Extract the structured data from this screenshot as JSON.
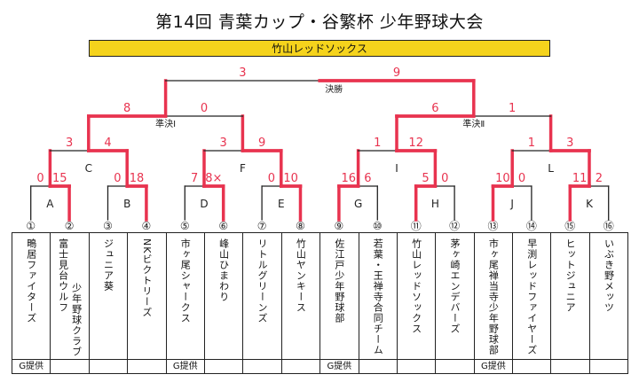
{
  "title": "第14回 青葉カップ・谷繁杯 少年野球大会",
  "champion": "竹山レッドソックス",
  "colors": {
    "winner": "#e8334f",
    "line": "#222222",
    "champion_bg": "#f5d31c"
  },
  "teams": [
    {
      "no": "①",
      "name": [
        "鴫居ファイターズ"
      ],
      "note": "G提供"
    },
    {
      "no": "②",
      "name": [
        "富士見台ウルフ",
        "少年野球クラブ"
      ],
      "note": ""
    },
    {
      "no": "③",
      "name": [
        "ジュニア葵"
      ],
      "note": ""
    },
    {
      "no": "④",
      "name": [
        "NKビクトリーズ"
      ],
      "note": ""
    },
    {
      "no": "⑤",
      "name": [
        "市ヶ尾シャークス"
      ],
      "note": "G提供"
    },
    {
      "no": "⑥",
      "name": [
        "峰山ひまわり"
      ],
      "note": ""
    },
    {
      "no": "⑦",
      "name": [
        "リトルグリーンズ"
      ],
      "note": ""
    },
    {
      "no": "⑧",
      "name": [
        "竹山ヤンキース"
      ],
      "note": ""
    },
    {
      "no": "⑨",
      "name": [
        "佐江戸少年野球部"
      ],
      "note": "G提供"
    },
    {
      "no": "⑩",
      "name": [
        "若葉・王禅寺合同チーム"
      ],
      "note": ""
    },
    {
      "no": "⑪",
      "name": [
        "竹山レッドソックス"
      ],
      "note": ""
    },
    {
      "no": "⑫",
      "name": [
        "茅ヶ崎エンデバーズ"
      ],
      "note": ""
    },
    {
      "no": "⑬",
      "name": [
        "市ヶ尾禅当寺少年野球部"
      ],
      "note": "G提供"
    },
    {
      "no": "⑭",
      "name": [
        "早渕レッドファイヤーズ"
      ],
      "note": ""
    },
    {
      "no": "⑮",
      "name": [
        "ヒットジュニア"
      ],
      "note": ""
    },
    {
      "no": "⑯",
      "name": [
        "いぶき野メッツ"
      ],
      "note": ""
    }
  ],
  "rounds": [
    [
      {
        "label": "A",
        "scores": [
          "0",
          "15"
        ],
        "winner": "right"
      },
      {
        "label": "B",
        "scores": [
          "0",
          "18"
        ],
        "winner": "right"
      },
      {
        "label": "D",
        "scores": [
          "7",
          "8×"
        ],
        "winner": "right"
      },
      {
        "label": "E",
        "scores": [
          "0",
          "10"
        ],
        "winner": "right"
      },
      {
        "label": "G",
        "scores": [
          "16",
          "6"
        ],
        "winner": "left"
      },
      {
        "label": "H",
        "scores": [
          "5",
          "0"
        ],
        "winner": "left"
      },
      {
        "label": "J",
        "scores": [
          "10",
          "0"
        ],
        "winner": "left"
      },
      {
        "label": "K",
        "scores": [
          "11",
          "2"
        ],
        "winner": "left"
      }
    ],
    [
      {
        "label": "C",
        "scores": [
          "3",
          "4"
        ],
        "winner": "right"
      },
      {
        "label": "F",
        "scores": [
          "3",
          "9"
        ],
        "winner": "right"
      },
      {
        "label": "I",
        "scores": [
          "1",
          "12"
        ],
        "winner": "right"
      },
      {
        "label": "L",
        "scores": [
          "1",
          "3"
        ],
        "winner": "right"
      }
    ],
    [
      {
        "label": "準決Ⅰ",
        "scores": [
          "8",
          "0"
        ],
        "winner": "left"
      },
      {
        "label": "準決Ⅱ",
        "scores": [
          "6",
          "1"
        ],
        "winner": "left"
      }
    ],
    [
      {
        "label": "決勝",
        "scores": [
          "3",
          "9"
        ],
        "winner": "right"
      }
    ]
  ]
}
